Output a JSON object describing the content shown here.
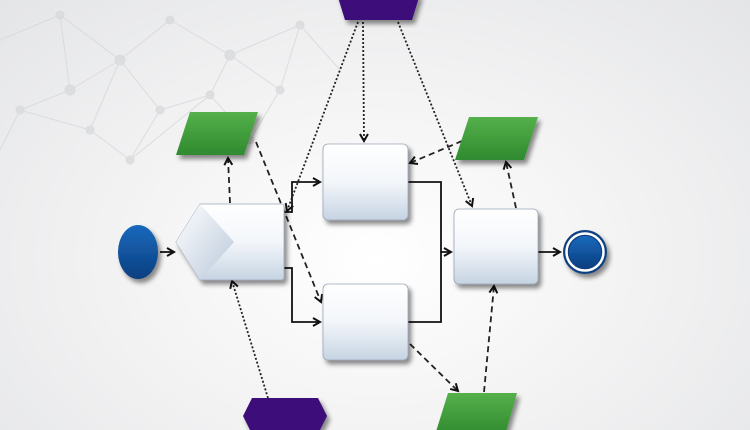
{
  "diagram": {
    "type": "process-flow",
    "colors": {
      "event": "#0d4f9c",
      "data_object": "#3f9a3a",
      "hexagon": "#3e0a7a",
      "task_top": "#ffffff",
      "task_bottom": "#c9d5e3",
      "connector": "#111111"
    },
    "nodes": [
      {
        "id": "start",
        "shape": "circle"
      },
      {
        "id": "gateway",
        "shape": "pentagon-with-diamond"
      },
      {
        "id": "task-upper",
        "shape": "rounded-rect"
      },
      {
        "id": "task-lower",
        "shape": "rounded-rect"
      },
      {
        "id": "task-merge",
        "shape": "rounded-rect"
      },
      {
        "id": "end",
        "shape": "double-circle"
      },
      {
        "id": "hex-top",
        "shape": "hexagon"
      },
      {
        "id": "hex-bottom",
        "shape": "hexagon"
      },
      {
        "id": "data-top-left",
        "shape": "parallelogram"
      },
      {
        "id": "data-top-right",
        "shape": "parallelogram"
      },
      {
        "id": "data-bottom",
        "shape": "parallelogram"
      }
    ]
  }
}
